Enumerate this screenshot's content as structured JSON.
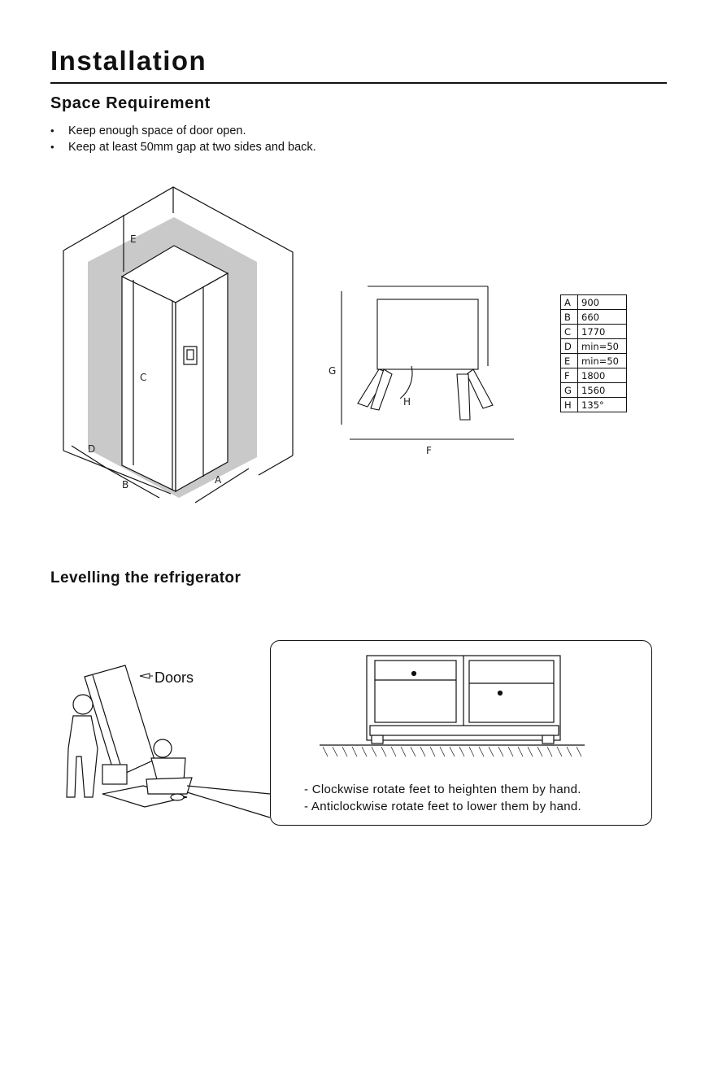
{
  "page": {
    "title": "Installation",
    "space_heading": "Space Requirement",
    "space_bullets": [
      "Keep enough space of  door open.",
      "Keep at least 50mm gap at two sides and back."
    ],
    "iso_labels": {
      "a": "A",
      "b": "B",
      "c": "C",
      "d": "D",
      "e": "E"
    },
    "plan_labels": {
      "f": "F",
      "g": "G",
      "h": "H"
    },
    "dimension_table": [
      {
        "key": "A",
        "value": "900"
      },
      {
        "key": "B",
        "value": "660"
      },
      {
        "key": "C",
        "value": "1770"
      },
      {
        "key": "D",
        "value": "min=50"
      },
      {
        "key": "E",
        "value": "min=50"
      },
      {
        "key": "F",
        "value": "1800"
      },
      {
        "key": "G",
        "value": "1560"
      },
      {
        "key": "H",
        "value": "135°"
      }
    ],
    "levelling_heading": "Levelling the refrigerator",
    "doors_label": "Doors",
    "levelling_notes": [
      "- Clockwise rotate feet to heighten them by hand.",
      "- Anticlockwise  rotate feet to lower them by hand."
    ]
  }
}
